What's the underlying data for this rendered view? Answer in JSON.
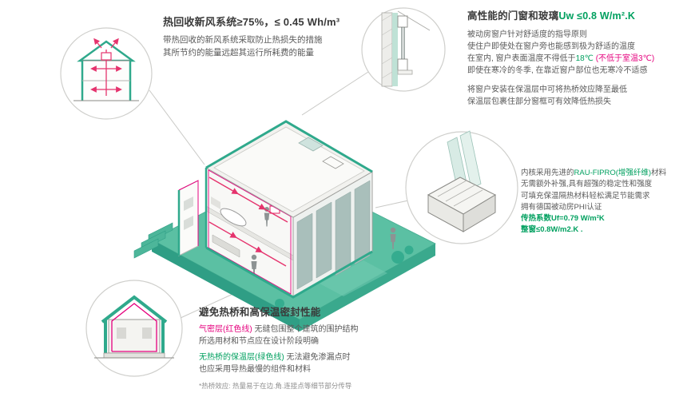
{
  "palette": {
    "background": "#ffffff",
    "teal": "#2fa98c",
    "ground": "#5bc0a3",
    "ground_dark": "#2f9e85",
    "ground_side": "#3aa98d",
    "green": "#00a05f",
    "magenta": "#e5007d",
    "red_duct": "#e5336d",
    "dark": "#3a3a3a",
    "body": "#5a5a5a",
    "muted": "#8f8f8f",
    "line": "#c9c9c6"
  },
  "callouts": {
    "ventilation": {
      "title": "热回收新风系统≥75%，≤ 0.45 Wh/m³",
      "body": [
        "带热回收的新风系统采取防止热损失的措施",
        "其所节约的能量远超其运行所耗费的能量"
      ]
    },
    "windows": {
      "title": [
        [
          {
            "t": "高性能的门窗和玻璃",
            "c": "dark",
            "b": true
          },
          {
            "t": "Uw ≤0.8 W/m².K",
            "c": "green",
            "b": true
          }
        ]
      ],
      "para1": [
        [
          "被动房窗户针对舒适度的指导原则"
        ],
        [
          "使住户即使处在窗户旁也能感到极为舒适的温度"
        ],
        [
          "在室内, 窗户表面温度不得低于",
          {
            "t": "18℃",
            "c": "green"
          },
          {
            "t": " (不低于室温3℃)",
            "c": "magenta"
          }
        ],
        [
          "即使在寒冷的冬季, 在靠近窗户部位也无寒冷不适感"
        ]
      ],
      "para2": [
        [
          "将窗户安装在保温层中可将热桥效应降至最低"
        ],
        [
          "保温层包裹住部分窗框可有效降低热损失"
        ]
      ]
    },
    "profile": {
      "body": [
        [
          "内核采用先进的",
          {
            "t": "RAU-FIPRO(增强纤维)",
            "c": "green"
          },
          "材料"
        ],
        [
          "无需额外补强,具有超强的稳定性和强度"
        ],
        [
          "可填充保温隔热材料轻松满足节能需求"
        ],
        [
          "拥有德国被动房PHI认证"
        ],
        [
          {
            "t": "传热系数Uf=0.79 W/m²K",
            "c": "green",
            "b": true
          }
        ],
        [
          {
            "t": "整窗≤0.8W/m2.K .",
            "c": "green",
            "b": true
          }
        ]
      ]
    },
    "thermal": {
      "title": "避免热桥和高保温密封性能",
      "para1": [
        [
          {
            "t": "气密层(红色线)",
            "c": "magenta"
          },
          " 无缝包围整个建筑的围护结构"
        ],
        [
          "所选用材和节点应在设计阶段明确"
        ]
      ],
      "para2": [
        [
          {
            "t": "无热桥的保温层(绿色线)",
            "c": "green"
          },
          " 无法避免渗漏点时"
        ],
        [
          "也应采用导热最慢的组件和材料"
        ]
      ],
      "footnote": "*热桥效应: 热量易于在边.角.连接点等细节部分传导"
    }
  }
}
